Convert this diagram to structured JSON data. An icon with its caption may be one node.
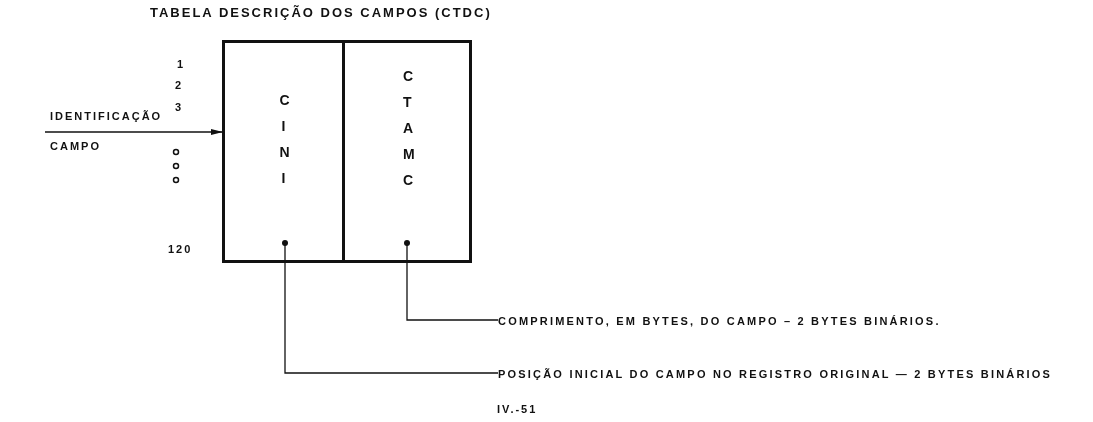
{
  "diagram": {
    "title": "TABELA DESCRIÇÃO DOS CAMPOS (CTDC)",
    "nodes": [
      {
        "text": [],
        "shape": "box"
      },
      {
        "text": [
          "C I N I"
        ],
        "in": 0
      },
      {
        "text": [
          "C T A M C"
        ],
        "in": 0
      },
      {
        "text": [
          "COMPRIMENTO, EM BYTES, DO CAMPO – 2 BYTES BINÁRIOS."
        ]
      },
      {
        "text": [
          "POSIÇÃO INICIAL DO CAMPO NO REGISTRO ORIGINAL — 2 BYTES BINÁRIOS"
        ]
      }
    ],
    "edges": [
      {
        "from": null,
        "to": 0,
        "arrow": "to",
        "label": "IDENTIFICAÇÃO CAMPO"
      },
      {
        "from": 3,
        "to": 2,
        "arrow": "other"
      },
      {
        "from": 4,
        "to": 1,
        "arrow": "other"
      }
    ],
    "labels": [
      "1",
      "2",
      "3",
      "120",
      "IV.-51"
    ]
  }
}
